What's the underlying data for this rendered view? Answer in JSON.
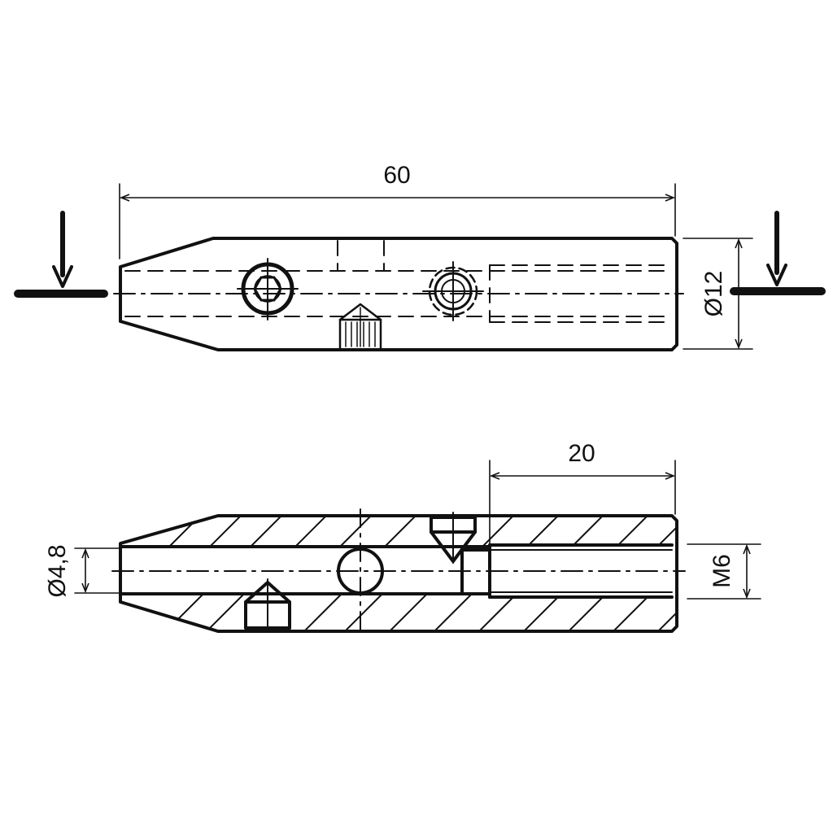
{
  "drawing": {
    "top_view": {
      "length_label": "60",
      "diameter_label": "Ø12"
    },
    "section_view": {
      "thread_length_label": "20",
      "bore_diameter_label": "Ø4,8",
      "thread_label": "M6"
    }
  },
  "colors": {
    "ink": "#111111",
    "background": "#ffffff"
  }
}
